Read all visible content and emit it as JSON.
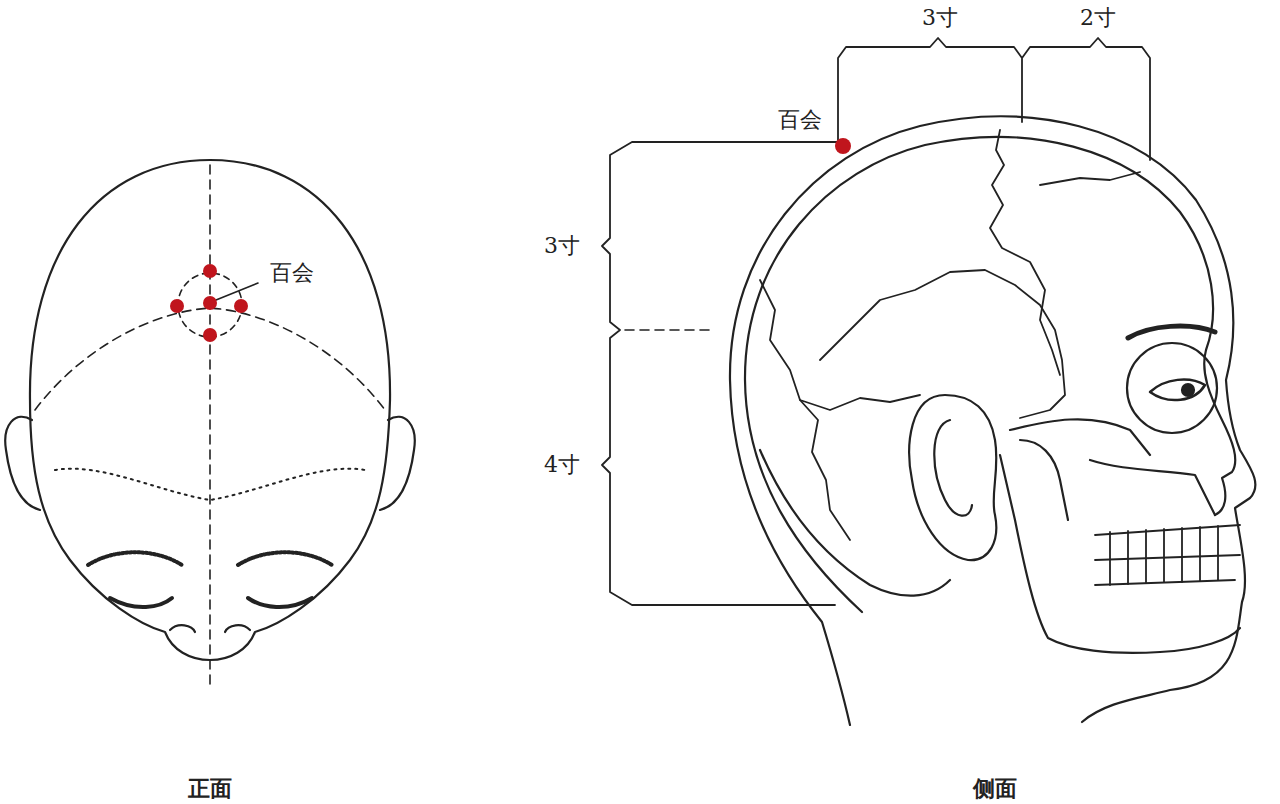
{
  "diagram": {
    "labels": [
      "百会",
      "百会",
      "3寸",
      "2寸",
      "3寸",
      "4寸",
      "正面",
      "侧面"
    ]
  }
}
